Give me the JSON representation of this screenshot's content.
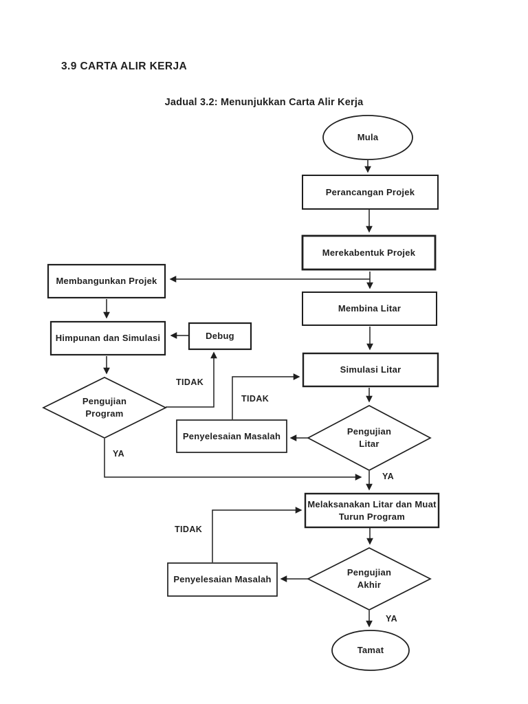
{
  "document": {
    "heading": "3.9 CARTA ALIR KERJA",
    "caption": "Jadual 3.2: Menunjukkan Carta Alir Kerja"
  },
  "flowchart": {
    "start": {
      "label": "Mula"
    },
    "steps": {
      "perancangan": "Perancangan Projek",
      "merekabentuk": "Merekabentuk Projek",
      "membangunkan": "Membangunkan Projek",
      "himpunan": "Himpunan dan Simulasi",
      "debug": "Debug",
      "membina": "Membina Litar",
      "simulasi": "Simulasi Litar",
      "penyelesaian_1": "Penyelesaian Masalah",
      "melaksanakan": "Melaksanakan Litar dan Muat\nTurun Program",
      "penyelesaian_2": "Penyelesaian Masalah"
    },
    "decisions": {
      "pengujian_program": "Pengujian\nProgram",
      "pengujian_litar": "Pengujian\nLitar",
      "pengujian_akhir": "Pengujian\nAkhir"
    },
    "end": {
      "label": "Tamat"
    },
    "branch_labels": {
      "program_tidak": "TIDAK",
      "program_ya": "YA",
      "litar_tidak": "TIDAK",
      "litar_ya": "YA",
      "akhir_tidak": "TIDAK",
      "akhir_ya": "YA"
    },
    "edges": [
      {
        "from": "mula",
        "to": "perancangan"
      },
      {
        "from": "perancangan",
        "to": "merekabentuk"
      },
      {
        "from": "merekabentuk",
        "to": "membangunkan"
      },
      {
        "from": "merekabentuk",
        "to": "membina"
      },
      {
        "from": "membangunkan",
        "to": "himpunan"
      },
      {
        "from": "debug",
        "to": "himpunan"
      },
      {
        "from": "himpunan",
        "to": "pengujian_program"
      },
      {
        "from": "pengujian_program",
        "to": "debug",
        "label": "TIDAK"
      },
      {
        "from": "pengujian_program",
        "to": "melaksanakan",
        "label": "YA"
      },
      {
        "from": "membina",
        "to": "simulasi"
      },
      {
        "from": "simulasi",
        "to": "pengujian_litar"
      },
      {
        "from": "pengujian_litar",
        "to": "penyelesaian_1",
        "label": "TIDAK"
      },
      {
        "from": "penyelesaian_1",
        "to": "simulasi"
      },
      {
        "from": "pengujian_litar",
        "to": "melaksanakan",
        "label": "YA"
      },
      {
        "from": "melaksanakan",
        "to": "pengujian_akhir"
      },
      {
        "from": "pengujian_akhir",
        "to": "penyelesaian_2",
        "label": "TIDAK"
      },
      {
        "from": "penyelesaian_2",
        "to": "melaksanakan"
      },
      {
        "from": "pengujian_akhir",
        "to": "tamat",
        "label": "YA"
      }
    ]
  },
  "colors": {
    "ink": "#1f1f1f",
    "page_background": "#ffffff"
  }
}
